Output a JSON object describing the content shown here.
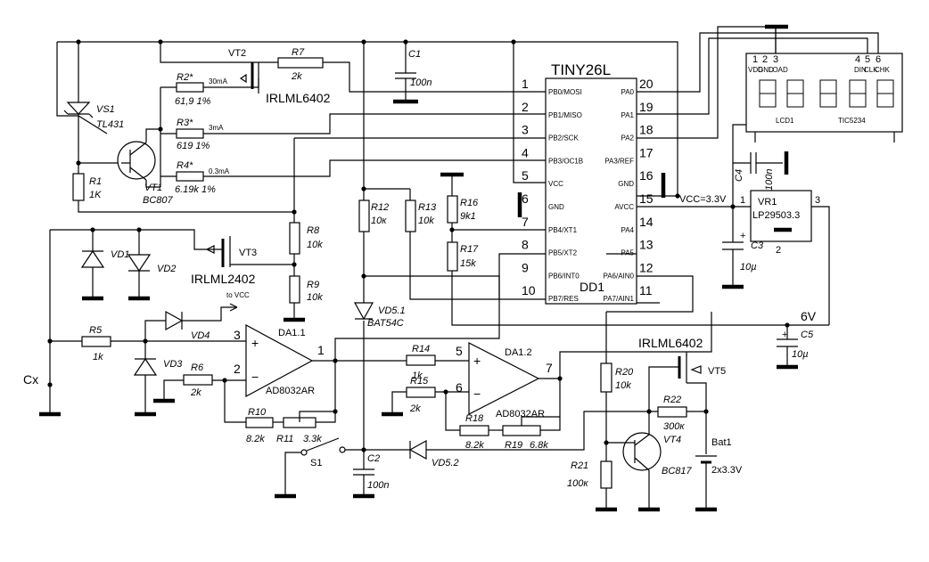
{
  "mcu": {
    "name": "TINY26L",
    "ref": "DD1",
    "left_pins": [
      {
        "num": "1",
        "name": "PB0/MOSI"
      },
      {
        "num": "2",
        "name": "PB1/MISO"
      },
      {
        "num": "3",
        "name": "PB2/SCK"
      },
      {
        "num": "4",
        "name": "PB3/OC1B"
      },
      {
        "num": "5",
        "name": "VCC"
      },
      {
        "num": "6",
        "name": "GND"
      },
      {
        "num": "7",
        "name": "PB4/XT1"
      },
      {
        "num": "8",
        "name": "PB5/XT2"
      },
      {
        "num": "9",
        "name": "PB6/INT0"
      },
      {
        "num": "10",
        "name": "PB7/RES"
      }
    ],
    "right_pins": [
      {
        "num": "20",
        "name": "PA0"
      },
      {
        "num": "19",
        "name": "PA1"
      },
      {
        "num": "18",
        "name": "PA2"
      },
      {
        "num": "17",
        "name": "PA3/REF"
      },
      {
        "num": "16",
        "name": "GND"
      },
      {
        "num": "15",
        "name": "AVCC"
      },
      {
        "num": "14",
        "name": "PA4"
      },
      {
        "num": "13",
        "name": "PA5"
      },
      {
        "num": "12",
        "name": "PA6/AIN0"
      },
      {
        "num": "11",
        "name": "PA7/AIN1"
      }
    ]
  },
  "lcd": {
    "pin_numbers": [
      "1",
      "2",
      "3",
      "4",
      "5",
      "6"
    ],
    "pin_names": [
      "VDD",
      "GND",
      "LOAD",
      "DIN",
      "CLK",
      "CHK"
    ],
    "ref": "LCD1",
    "model": "TIC5234"
  },
  "regulator": {
    "ref": "VR1",
    "model": "LP29503.3",
    "pin1": "1",
    "pin2": "2",
    "pin3": "3"
  },
  "opamp1": {
    "ref": "DA1.1",
    "model": "AD8032AR",
    "pin_plus": "3",
    "pin_minus": "2",
    "pin_out": "1"
  },
  "opamp2": {
    "ref": "DA1.2",
    "model": "AD8032AR",
    "pin_plus": "5",
    "pin_minus": "6",
    "pin_out": "7"
  },
  "resistors": {
    "R1": {
      "ref": "R1",
      "value": "1K"
    },
    "R2": {
      "ref": "R2*",
      "value": "61,9 1%",
      "current": "30mA"
    },
    "R3": {
      "ref": "R3*",
      "value": "619 1%",
      "current": "3mA"
    },
    "R4": {
      "ref": "R4*",
      "value": "6.19k 1%",
      "current": "0.3mA"
    },
    "R5": {
      "ref": "R5",
      "value": "1k"
    },
    "R6": {
      "ref": "R6",
      "value": "2k"
    },
    "R7": {
      "ref": "R7",
      "value": "2k"
    },
    "R8": {
      "ref": "R8",
      "value": "10k"
    },
    "R9": {
      "ref": "R9",
      "value": "10k"
    },
    "R10": {
      "ref": "R10",
      "value": "8.2k"
    },
    "R11": {
      "ref": "R11",
      "value": "3.3k"
    },
    "R12": {
      "ref": "R12",
      "value": "10к"
    },
    "R13": {
      "ref": "R13",
      "value": "10k"
    },
    "R14": {
      "ref": "R14",
      "value": "1k"
    },
    "R15": {
      "ref": "R15",
      "value": "2k"
    },
    "R16": {
      "ref": "R16",
      "value": "9k1"
    },
    "R17": {
      "ref": "R17",
      "value": "15k"
    },
    "R18": {
      "ref": "R18",
      "value": "8.2k"
    },
    "R19": {
      "ref": "R19",
      "value": "6.8k"
    },
    "R20": {
      "ref": "R20",
      "value": "10k"
    },
    "R21": {
      "ref": "R21",
      "value": "100к"
    },
    "R22": {
      "ref": "R22",
      "value": "300к"
    }
  },
  "capacitors": {
    "C1": {
      "ref": "C1",
      "value": "100n"
    },
    "C2": {
      "ref": "C2",
      "value": "100n"
    },
    "C3": {
      "ref": "C3",
      "value": "10µ"
    },
    "C4": {
      "ref": "C4",
      "value": "100n"
    },
    "C5": {
      "ref": "C5",
      "value": "10µ"
    },
    "plus": "+"
  },
  "transistors": {
    "VS1": {
      "ref": "VS1",
      "model": "TL431"
    },
    "VT1": {
      "ref": "VT1",
      "model": "BC807"
    },
    "VT2": {
      "ref": "VT2",
      "model": "IRLML6402"
    },
    "VT3": {
      "ref": "VT3",
      "model": "IRLML2402"
    },
    "VT4": {
      "ref": "VT4",
      "model": "BC817"
    },
    "VT5": {
      "ref": "VT5",
      "model": "IRLML6402"
    }
  },
  "diodes": {
    "VD1": "VD1",
    "VD2": "VD2",
    "VD3": "VD3",
    "VD4": "VD4",
    "VD51": {
      "ref": "VD5.1",
      "model": "BAT54C"
    },
    "VD52": "VD5.2"
  },
  "labels": {
    "vcc": "VCC=3.3V",
    "six_v": "6V",
    "to_vcc": "to VCC",
    "cx": "Cx",
    "s1": "S1",
    "bat_ref": "Bat1",
    "bat_value": "2x3.3V"
  }
}
